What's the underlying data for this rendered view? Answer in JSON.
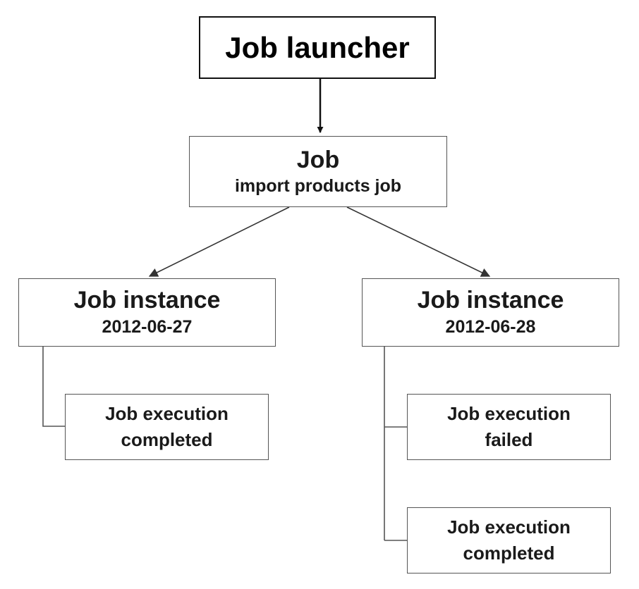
{
  "diagram": {
    "launcher": {
      "label": "Job launcher"
    },
    "job": {
      "title": "Job",
      "name": "import products job"
    },
    "instances": [
      {
        "title": "Job instance",
        "date": "2012-06-27",
        "executions": [
          {
            "line1": "Job execution",
            "line2": "completed"
          }
        ]
      },
      {
        "title": "Job instance",
        "date": "2012-06-28",
        "executions": [
          {
            "line1": "Job execution",
            "line2": "failed"
          },
          {
            "line1": "Job execution",
            "line2": "completed"
          }
        ]
      }
    ],
    "colors": {
      "border": "#555555",
      "line": "#333333",
      "text": "#1a1a1a"
    }
  }
}
